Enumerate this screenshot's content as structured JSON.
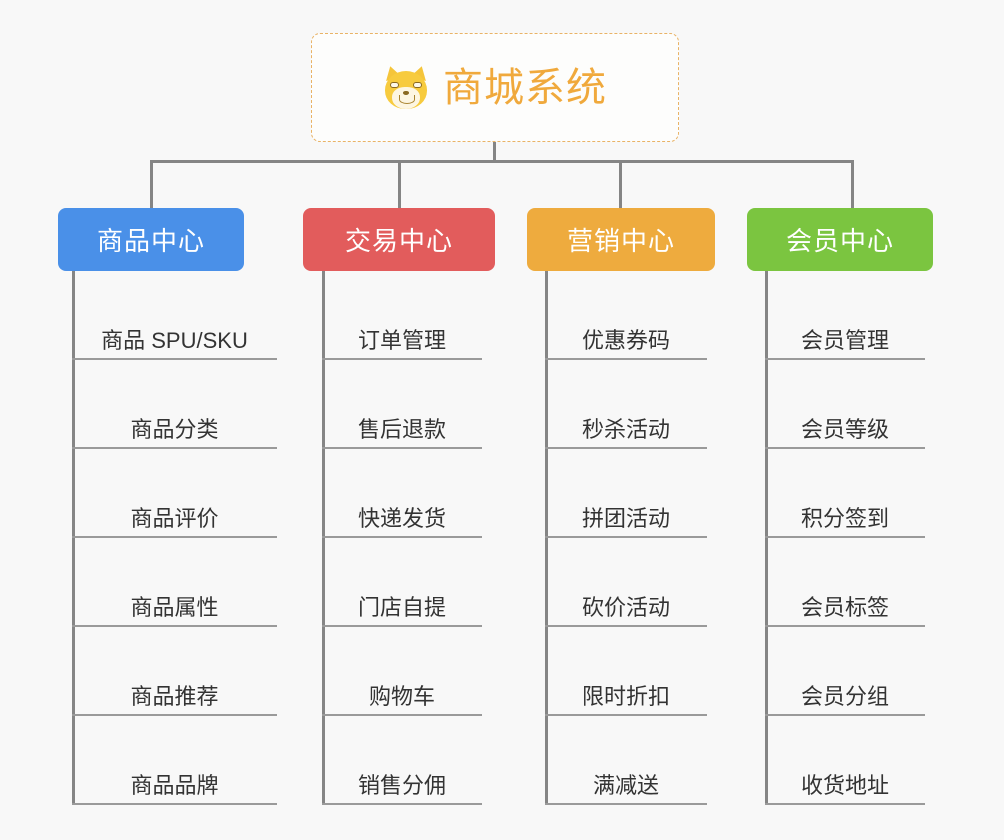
{
  "background_color": "#f8f8f8",
  "root": {
    "title": "商城系统",
    "icon": "shiba-dog-face-emoji",
    "title_color": "#f0a93c",
    "border_color": "#e9b366"
  },
  "connector_color": "#858585",
  "columns": [
    {
      "id": "product-center",
      "label": "商品中心",
      "color": "#4a90e8",
      "items": [
        "商品 SPU/SKU",
        "商品分类",
        "商品评价",
        "商品属性",
        "商品推荐",
        "商品品牌"
      ]
    },
    {
      "id": "trade-center",
      "label": "交易中心",
      "color": "#e25c5c",
      "items": [
        "订单管理",
        "售后退款",
        "快递发货",
        "门店自提",
        "购物车",
        "销售分佣"
      ]
    },
    {
      "id": "marketing-center",
      "label": "营销中心",
      "color": "#eeab3e",
      "items": [
        "优惠券码",
        "秒杀活动",
        "拼团活动",
        "砍价活动",
        "限时折扣",
        "满减送"
      ]
    },
    {
      "id": "member-center",
      "label": "会员中心",
      "color": "#7bc540",
      "items": [
        "会员管理",
        "会员等级",
        "积分签到",
        "会员标签",
        "会员分组",
        "收货地址"
      ]
    }
  ]
}
